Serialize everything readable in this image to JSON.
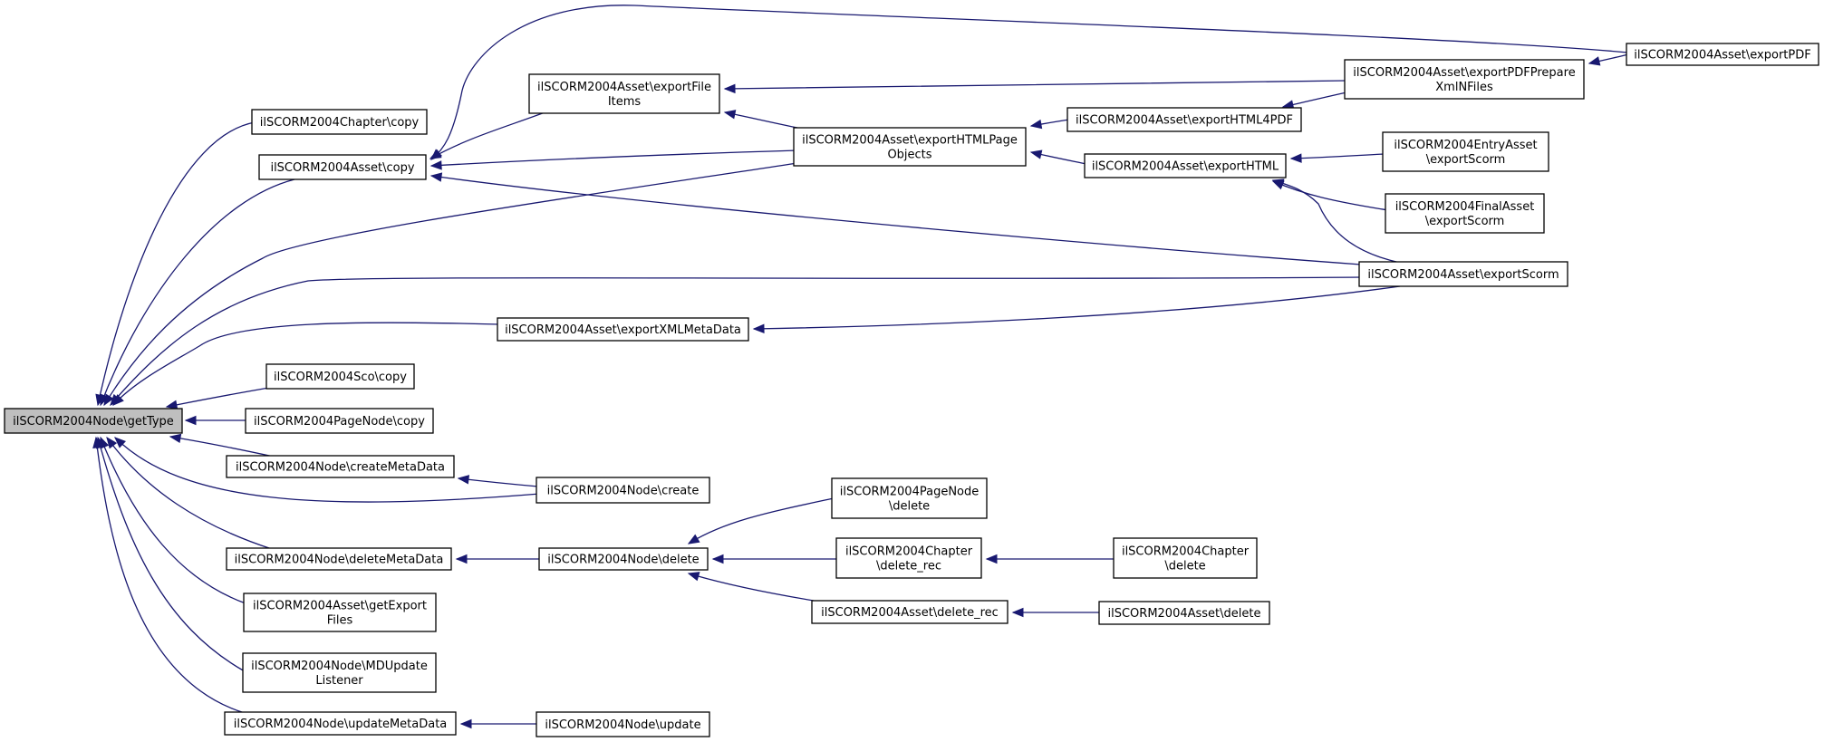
{
  "colors": {
    "edge": "#191970",
    "root_fill": "#bfbfbf",
    "node_fill": "#ffffff",
    "border": "#000000"
  },
  "nodes": [
    {
      "id": "n0",
      "lines": [
        "ilSCORM2004Node\\getType"
      ],
      "root": true
    },
    {
      "id": "n1",
      "lines": [
        "ilSCORM2004Chapter\\copy"
      ]
    },
    {
      "id": "n2",
      "lines": [
        "ilSCORM2004Asset\\copy"
      ]
    },
    {
      "id": "n3",
      "lines": [
        "ilSCORM2004Asset\\exportFile",
        "Items"
      ]
    },
    {
      "id": "n4",
      "lines": [
        "ilSCORM2004Asset\\exportHTMLPage",
        "Objects"
      ]
    },
    {
      "id": "n5",
      "lines": [
        "ilSCORM2004Asset\\exportPDFPrepare",
        "XmlNFiles"
      ]
    },
    {
      "id": "n6",
      "lines": [
        "ilSCORM2004Asset\\exportPDF"
      ]
    },
    {
      "id": "n7",
      "lines": [
        "ilSCORM2004Asset\\exportHTML4PDF"
      ]
    },
    {
      "id": "n8",
      "lines": [
        "ilSCORM2004Asset\\exportHTML"
      ]
    },
    {
      "id": "n9",
      "lines": [
        "ilSCORM2004EntryAsset",
        "\\exportScorm"
      ]
    },
    {
      "id": "n10",
      "lines": [
        "ilSCORM2004FinalAsset",
        "\\exportScorm"
      ]
    },
    {
      "id": "n11",
      "lines": [
        "ilSCORM2004Asset\\exportScorm"
      ]
    },
    {
      "id": "n12",
      "lines": [
        "ilSCORM2004Asset\\exportXMLMetaData"
      ]
    },
    {
      "id": "n13",
      "lines": [
        "ilSCORM2004Sco\\copy"
      ]
    },
    {
      "id": "n14",
      "lines": [
        "ilSCORM2004PageNode\\copy"
      ]
    },
    {
      "id": "n15",
      "lines": [
        "ilSCORM2004Node\\createMetaData"
      ]
    },
    {
      "id": "n16",
      "lines": [
        "ilSCORM2004Node\\create"
      ]
    },
    {
      "id": "n17",
      "lines": [
        "ilSCORM2004PageNode",
        "\\delete"
      ]
    },
    {
      "id": "n18",
      "lines": [
        "ilSCORM2004Chapter",
        "\\delete_rec"
      ]
    },
    {
      "id": "n19",
      "lines": [
        "ilSCORM2004Chapter",
        "\\delete"
      ]
    },
    {
      "id": "n20",
      "lines": [
        "ilSCORM2004Node\\deleteMetaData"
      ]
    },
    {
      "id": "n21",
      "lines": [
        "ilSCORM2004Node\\delete"
      ]
    },
    {
      "id": "n22",
      "lines": [
        "ilSCORM2004Asset\\delete_rec"
      ]
    },
    {
      "id": "n23",
      "lines": [
        "ilSCORM2004Asset\\delete"
      ]
    },
    {
      "id": "n24",
      "lines": [
        "ilSCORM2004Asset\\getExport",
        "Files"
      ]
    },
    {
      "id": "n25",
      "lines": [
        "ilSCORM2004Node\\MDUpdate",
        "Listener"
      ]
    },
    {
      "id": "n26",
      "lines": [
        "ilSCORM2004Node\\updateMetaData"
      ]
    },
    {
      "id": "n27",
      "lines": [
        "ilSCORM2004Node\\update"
      ]
    }
  ],
  "edges": [
    {
      "from": "n1",
      "to": "n0"
    },
    {
      "from": "n2",
      "to": "n0"
    },
    {
      "from": "n4",
      "to": "n0"
    },
    {
      "from": "n11",
      "to": "n0"
    },
    {
      "from": "n12",
      "to": "n0"
    },
    {
      "from": "n13",
      "to": "n0"
    },
    {
      "from": "n14",
      "to": "n0"
    },
    {
      "from": "n15",
      "to": "n0"
    },
    {
      "from": "n16",
      "to": "n0"
    },
    {
      "from": "n20",
      "to": "n0"
    },
    {
      "from": "n24",
      "to": "n0"
    },
    {
      "from": "n25",
      "to": "n0"
    },
    {
      "from": "n26",
      "to": "n0"
    },
    {
      "from": "n3",
      "to": "n2"
    },
    {
      "from": "n4",
      "to": "n2"
    },
    {
      "from": "n6",
      "to": "n2"
    },
    {
      "from": "n11",
      "to": "n2"
    },
    {
      "from": "n5",
      "to": "n3"
    },
    {
      "from": "n4",
      "to": "n3"
    },
    {
      "from": "n7",
      "to": "n4"
    },
    {
      "from": "n8",
      "to": "n4"
    },
    {
      "from": "n6",
      "to": "n5"
    },
    {
      "from": "n5",
      "to": "n7"
    },
    {
      "from": "n9",
      "to": "n8"
    },
    {
      "from": "n10",
      "to": "n8"
    },
    {
      "from": "n11",
      "to": "n8"
    },
    {
      "from": "n11",
      "to": "n12"
    },
    {
      "from": "n16",
      "to": "n15"
    },
    {
      "from": "n21",
      "to": "n20"
    },
    {
      "from": "n17",
      "to": "n21"
    },
    {
      "from": "n18",
      "to": "n21"
    },
    {
      "from": "n22",
      "to": "n21"
    },
    {
      "from": "n19",
      "to": "n18"
    },
    {
      "from": "n23",
      "to": "n22"
    },
    {
      "from": "n27",
      "to": "n26"
    }
  ]
}
